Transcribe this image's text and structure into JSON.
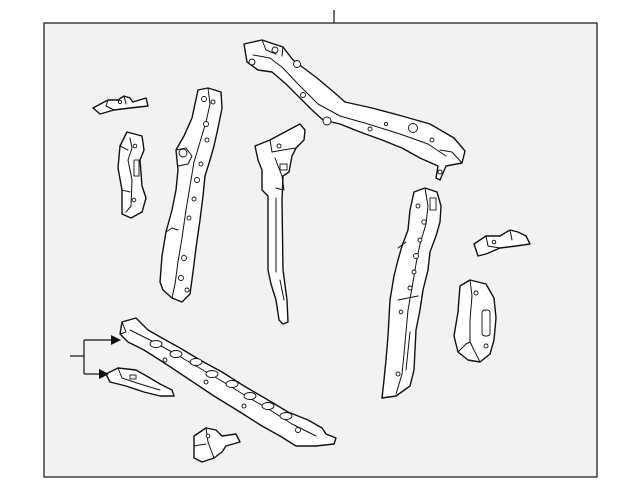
{
  "diagram": {
    "frame_fill": "#f2f2f2",
    "frame_stroke": "#222222",
    "line_color": "#111111",
    "part_fill": "#ffffff",
    "parts": [
      "upper-tie-bar",
      "hood-latch-support",
      "left-side-support",
      "left-inner-bracket",
      "left-upper-bracket",
      "right-side-support",
      "right-inner-bracket",
      "right-upper-bracket",
      "lower-tie-bar",
      "lower-bracket",
      "small-bottom-bracket"
    ]
  }
}
